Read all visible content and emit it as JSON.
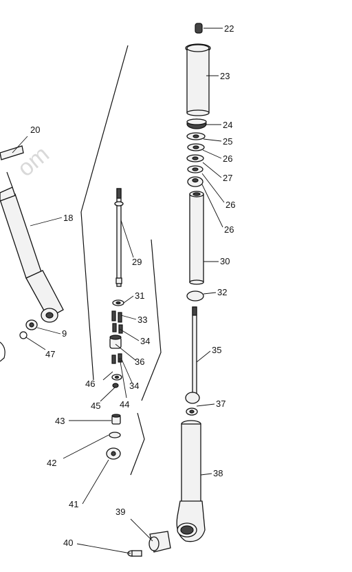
{
  "watermark": "om",
  "callouts": [
    "22",
    "23",
    "24",
    "25",
    "26",
    "27",
    "26",
    "26",
    "30",
    "32",
    "35",
    "37",
    "38",
    "39",
    "40",
    "41",
    "42",
    "43",
    "44",
    "45",
    "46",
    "34",
    "36",
    "34",
    "33",
    "31",
    "29",
    "18",
    "20",
    "9",
    "47"
  ]
}
